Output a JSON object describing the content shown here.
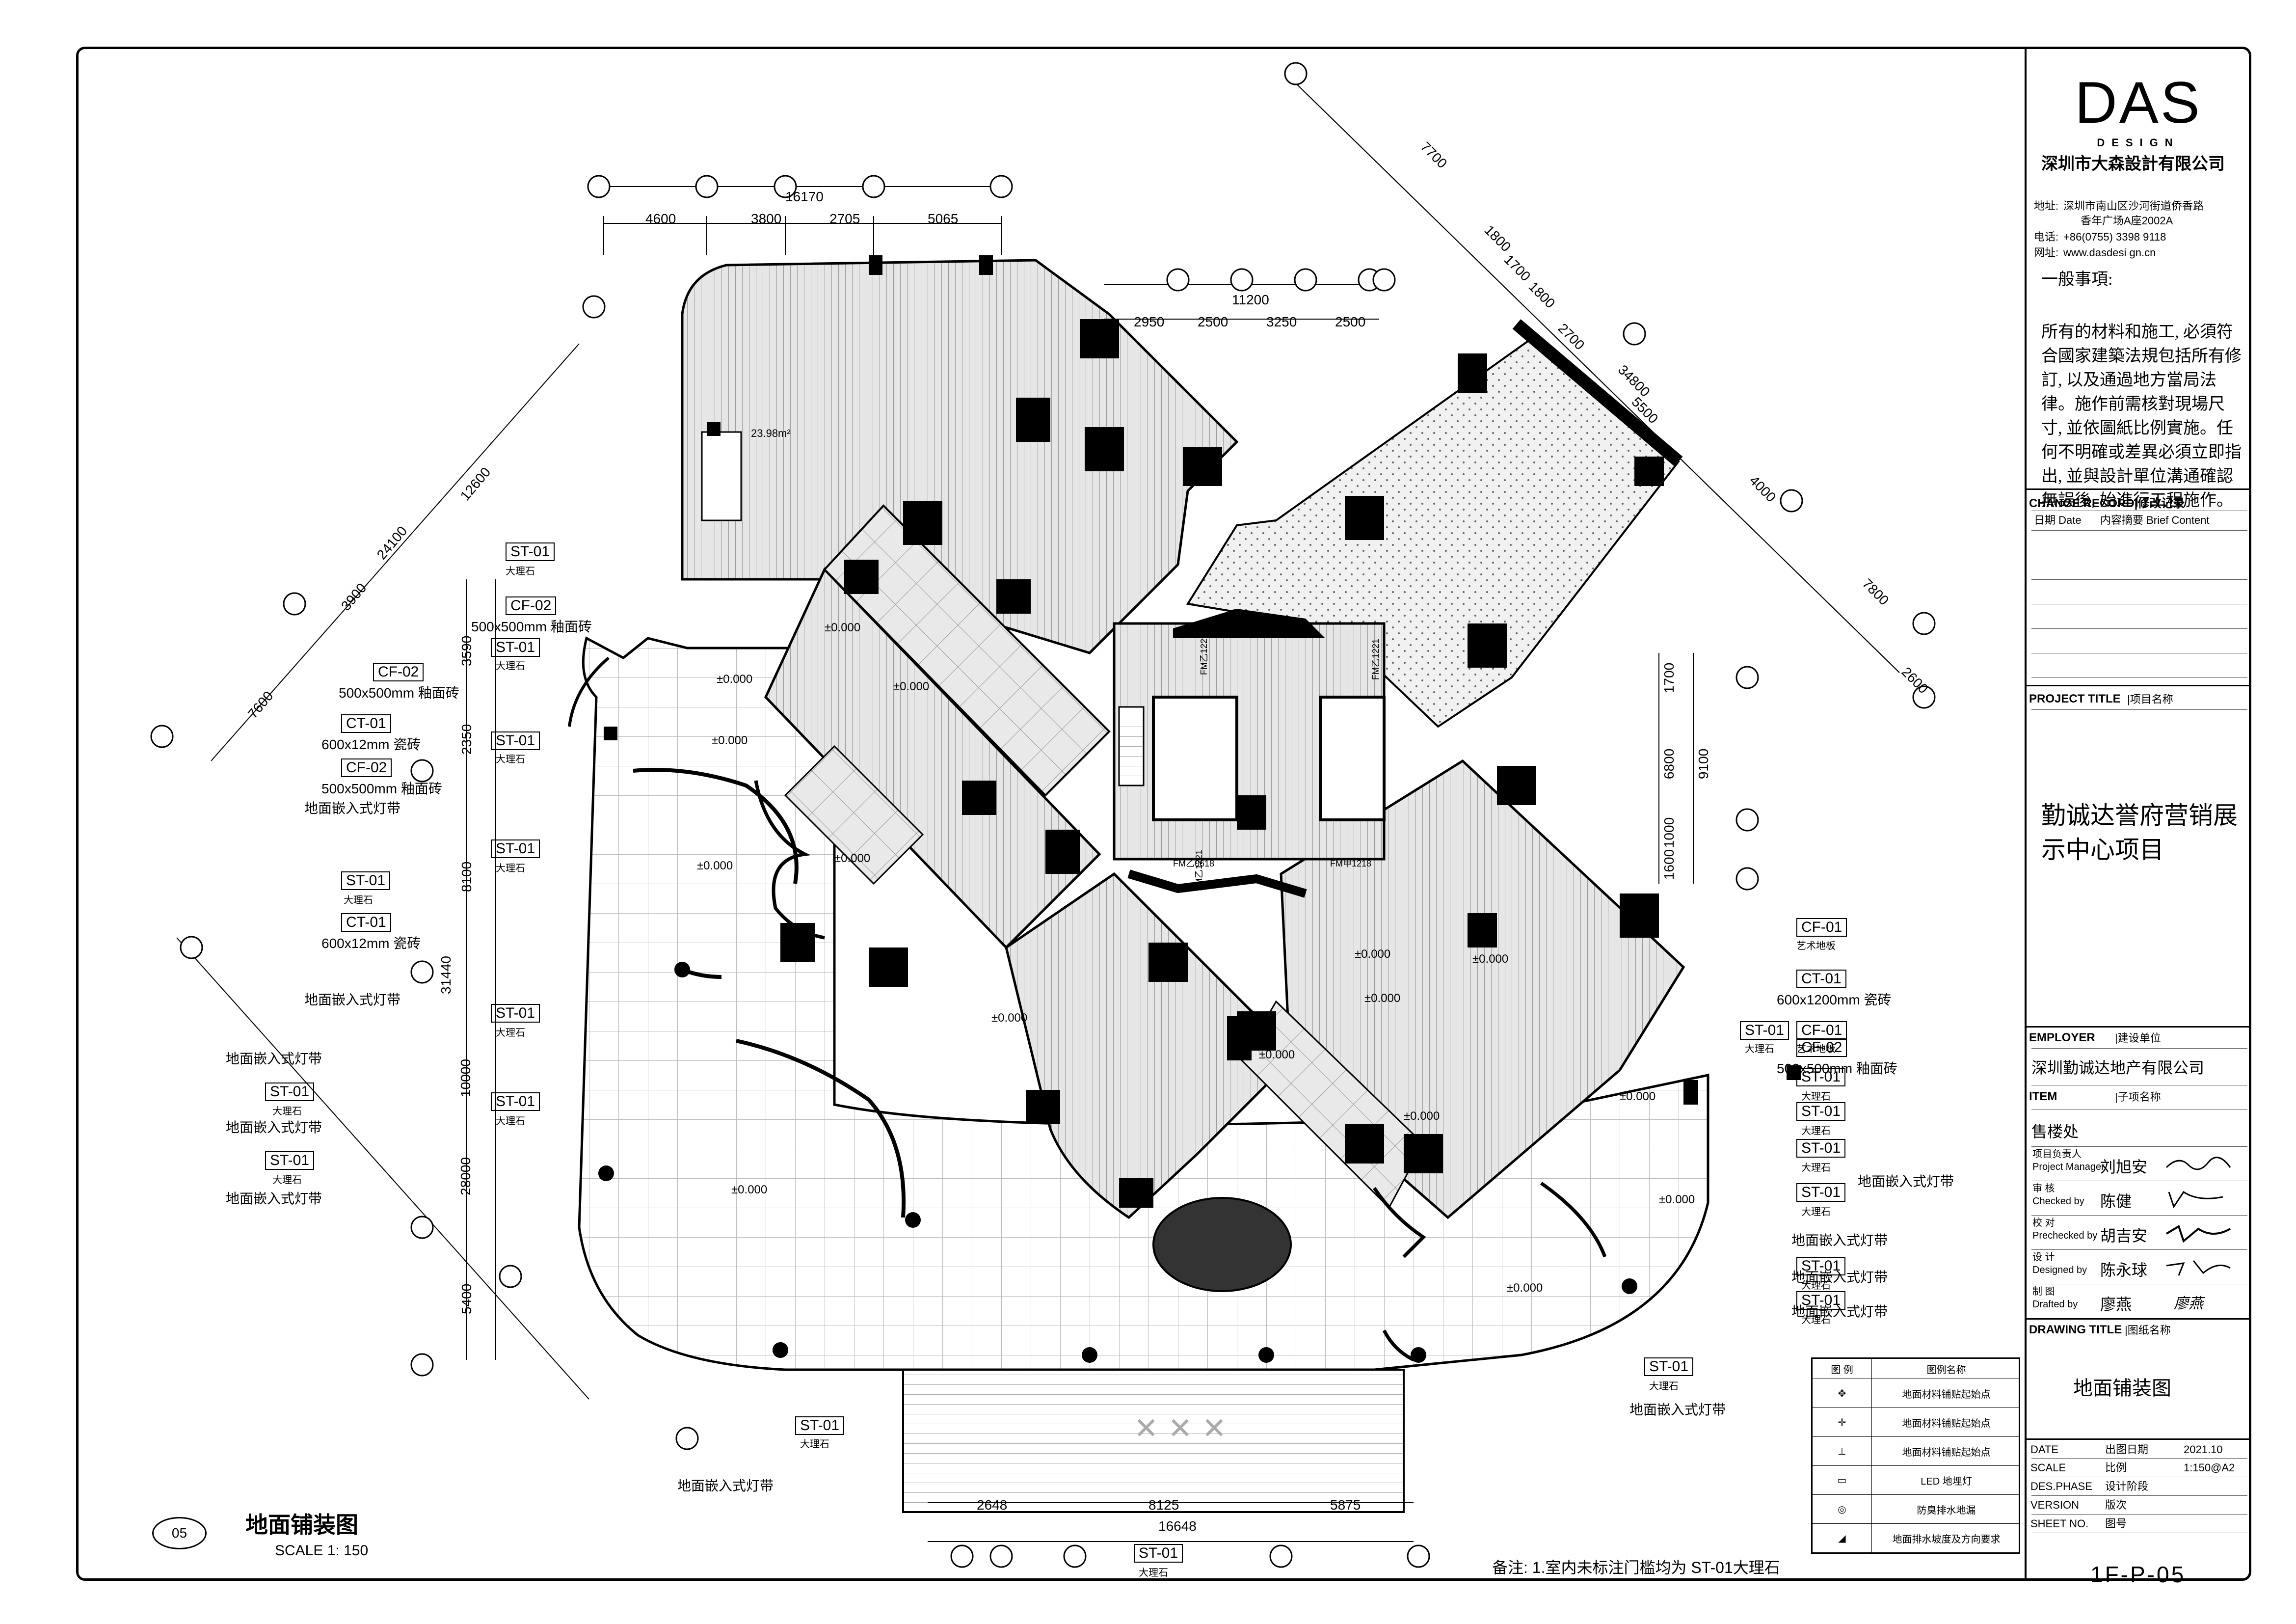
{
  "title_block": {
    "logo": "DAS",
    "logo_sub": "DESIGN",
    "company": "深圳市大森設計有限公司",
    "address_label": "地址:",
    "address_line1": "深圳市南山区沙河街道侨香路",
    "address_line2": "香年广场A座2002A",
    "phone_label": "电话:",
    "phone": "+86(0755) 3398 9118",
    "web_label": "网址:",
    "web": "www.dasdesi gn.cn",
    "notes_title": "一般事項:",
    "notes": "所有的材料和施工, 必須符合國家建築法規包括所有修訂, 以及通過地方當局法律。施作前需核對現場尺寸, 並依圖紙比例實施。任何不明確或差異必須立即指出, 並與設計單位溝通確認無誤後, 始進行工程施作。",
    "change_record": "CHANGE RECORD|修改记录",
    "date_col": "日期 Date",
    "content_col": "内容摘要 Brief Content",
    "project_title_label": "PROJECT TITLE",
    "project_title_cn": "|项目名称",
    "project_name": "勤诚达誉府营销展示中心项目",
    "employer_label": "EMPLOYER",
    "employer_cn": "|建设单位",
    "employer": "深圳勤诚达地产有限公司",
    "item_label": "ITEM",
    "item_cn": "|子项名称",
    "item": "售楼处",
    "signatures": [
      {
        "role_cn": "项目负责人",
        "role_en": "Project Manager",
        "name": "刘旭安"
      },
      {
        "role_cn": "审 核",
        "role_en": "Checked by",
        "name": "陈健"
      },
      {
        "role_cn": "校 对",
        "role_en": "Prechecked by",
        "name": "胡吉安"
      },
      {
        "role_cn": "设 计",
        "role_en": "Designed by",
        "name": "陈永球"
      },
      {
        "role_cn": "制 图",
        "role_en": "Drafted by",
        "name": "廖燕"
      }
    ],
    "drawing_title_label": "DRAWING TITLE",
    "drawing_title_cn": "|图纸名称",
    "drawing_title": "地面铺装图",
    "date_label": "DATE",
    "date_cn": "出图日期",
    "date_value": "2021.10",
    "scale_label": "SCALE",
    "scale_cn": "比例",
    "scale_value": "1:150@A2",
    "phase_label": "DES.PHASE",
    "phase_cn": "设计阶段",
    "version_label": "VERSION",
    "version_cn": "版次",
    "sheet_label": "SHEET NO.",
    "sheet_cn": "图号",
    "drawing_no": "1F-P-05"
  },
  "legend": {
    "col1": "图 例",
    "col2": "图例名称",
    "rows": [
      "地面材料铺贴起始点",
      "地面材料铺贴起始点",
      "地面材料铺贴起始点",
      "LED 地埋灯",
      "防臭排水地漏",
      "地面排水坡度及方向要求"
    ]
  },
  "plan": {
    "drawing_number": "05",
    "drawing_title": "地面铺装图",
    "scale": "SCALE 1: 150",
    "note": "备注: 1.室内未标注门槛均为 ST-01大理石",
    "top_dims": [
      "4600",
      "3800",
      "2705",
      "5065"
    ],
    "top_total": "16170",
    "mid_dims": [
      "2950",
      "2500",
      "3250",
      "2500"
    ],
    "mid_total": "11200",
    "bottom_dims": [
      "2648",
      "8125",
      "5875"
    ],
    "bottom_total": "16648",
    "left_dims": [
      "3590",
      "2350",
      "8100",
      "10000",
      "5400"
    ],
    "left_totals": [
      "31440",
      "28000"
    ],
    "diag_dims": [
      "7600",
      "3900",
      "12600",
      "24100"
    ],
    "right_dims": [
      "1700",
      "6800",
      "1000",
      "1600"
    ],
    "right_total": "9100",
    "ne_dims": [
      "7700",
      "1800",
      "1700",
      "1800",
      "2700",
      "5500",
      "4000",
      "7800",
      "2600"
    ],
    "ne_total": "34800",
    "left_tags": [
      {
        "code": "ST-01",
        "desc": "大理石"
      },
      {
        "code": "CF-02",
        "desc": "500x500mm 釉面砖"
      },
      {
        "code": "ST-01",
        "desc": "大理石"
      },
      {
        "code": "CF-02",
        "desc": "500x500mm 釉面砖"
      },
      {
        "code": "CT-01",
        "desc": "600x12mm 瓷砖"
      },
      {
        "code": "ST-01",
        "desc": "大理石"
      },
      {
        "code": "CF-02",
        "desc": "500x500mm 釉面砖"
      },
      {
        "code": "ST-01",
        "desc": "大理石"
      },
      {
        "code": "ST-01",
        "desc": "大理石"
      },
      {
        "code": "CT-01",
        "desc": "600x12mm 瓷砖"
      },
      {
        "code": "ST-01",
        "desc": "大理石"
      },
      {
        "code": "ST-01",
        "desc": "大理石"
      },
      {
        "code": "ST-01",
        "desc": "大理石"
      }
    ],
    "light_band": "地面嵌入式灯带",
    "level": "±0.000",
    "right_tags": [
      {
        "code": "CF-01",
        "desc": "艺术地板"
      },
      {
        "code": "CT-01",
        "desc": "600x1200mm 瓷砖"
      },
      {
        "code": "CF-01",
        "desc": "艺术地板"
      },
      {
        "code": "CF-02",
        "desc": "500x500mm 釉面砖"
      },
      {
        "code": "ST-01",
        "desc": "大理石"
      },
      {
        "code": "ST-01",
        "desc": "大理石"
      },
      {
        "code": "ST-01",
        "desc": "大理石"
      },
      {
        "code": "ST-01",
        "desc": "大理石"
      },
      {
        "code": "ST-01",
        "desc": "大理石"
      },
      {
        "code": "ST-01",
        "desc": "大理石"
      },
      {
        "code": "ST-01",
        "desc": "大理石"
      }
    ],
    "area_label": "23.98m²",
    "door_labels": [
      "FM乙1221",
      "FM乙1221",
      "FM乙1221",
      "FM甲1218",
      "FM乙0618"
    ]
  }
}
